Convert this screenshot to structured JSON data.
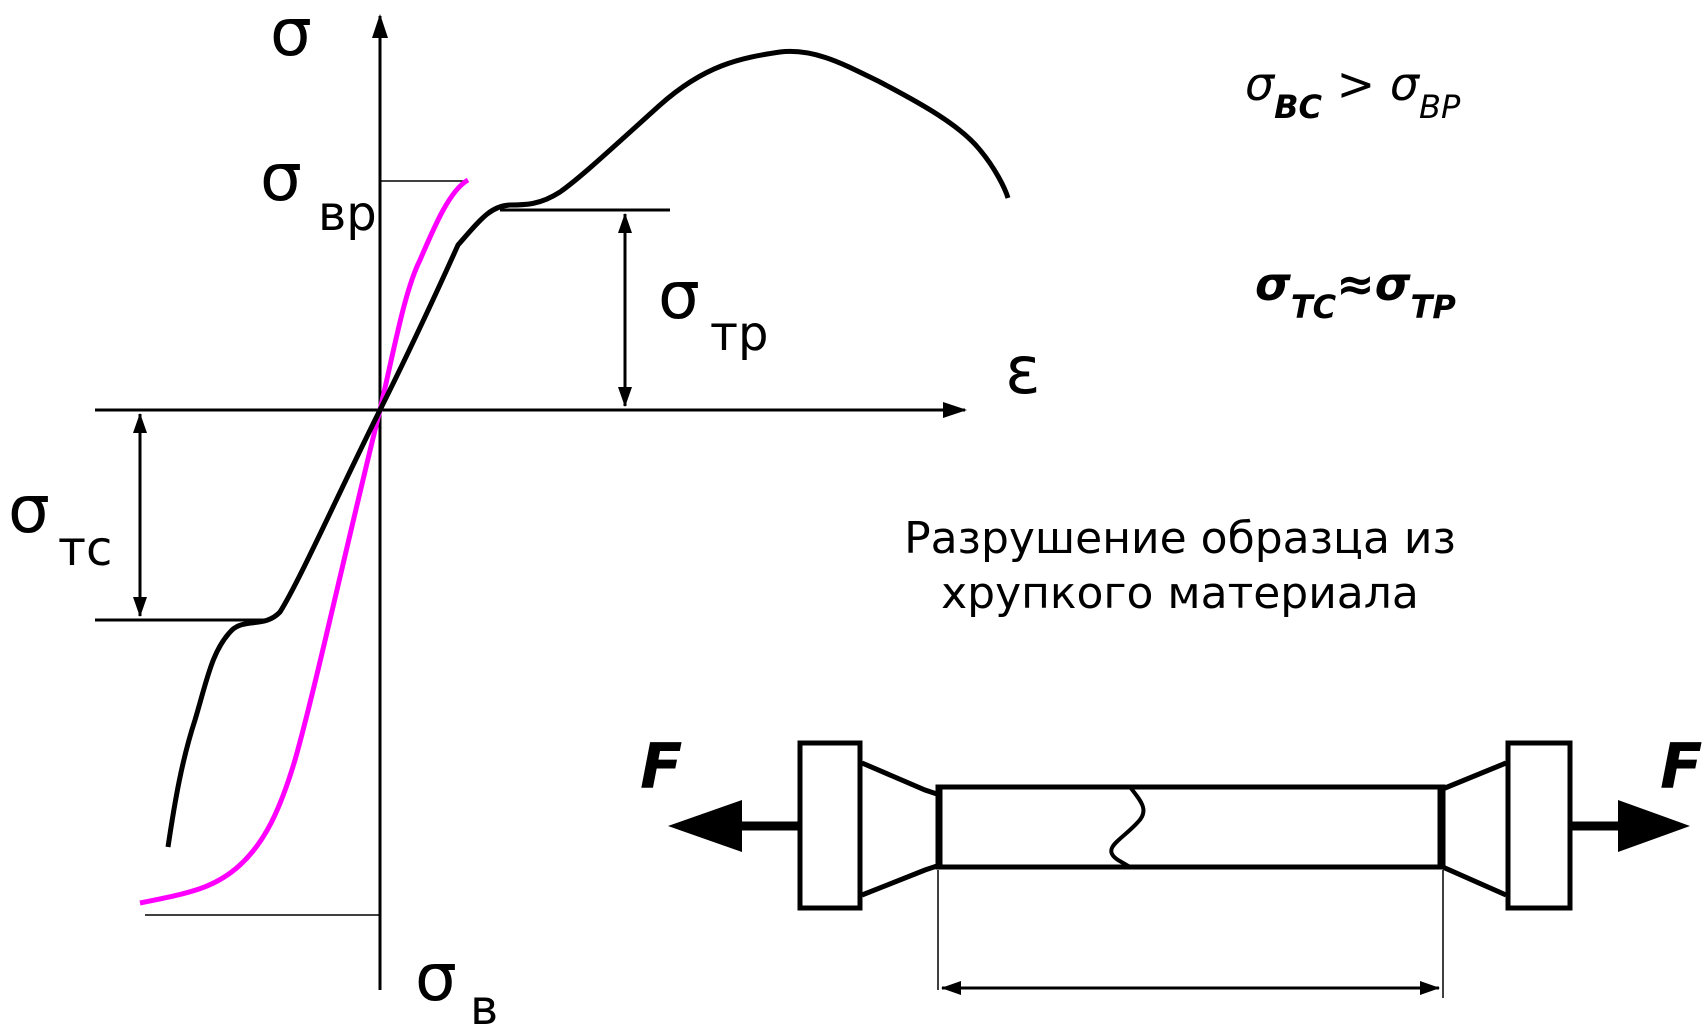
{
  "labels": {
    "sigma_axis": "σ",
    "epsilon_axis": "ε",
    "sigma_vr_main": "σ",
    "sigma_vr_sub": "вр",
    "sigma_tr_main": "σ",
    "sigma_tr_sub": "тр",
    "sigma_tc_main": "σ",
    "sigma_tc_sub": "тс",
    "sigma_v_main": "σ",
    "sigma_v_sub": "в"
  },
  "relations": {
    "r1_sigma1": "σ",
    "r1_sub1": "ВС",
    "r1_op": " > ",
    "r1_sigma2": "σ",
    "r1_sub2": "ВР",
    "r2_sigma1": "σ",
    "r2_sub1": "ТС",
    "r2_op": "≈",
    "r2_sigma2": "σ",
    "r2_sub2": "ТР"
  },
  "caption": {
    "line1": "Разрушение образца из",
    "line2": "хрупкого материала"
  },
  "specimen": {
    "force_left": "F",
    "force_right": "F"
  },
  "colors": {
    "ductile_curve": "#000000",
    "brittle_curve": "#ff00ff",
    "axes": "#000000"
  }
}
